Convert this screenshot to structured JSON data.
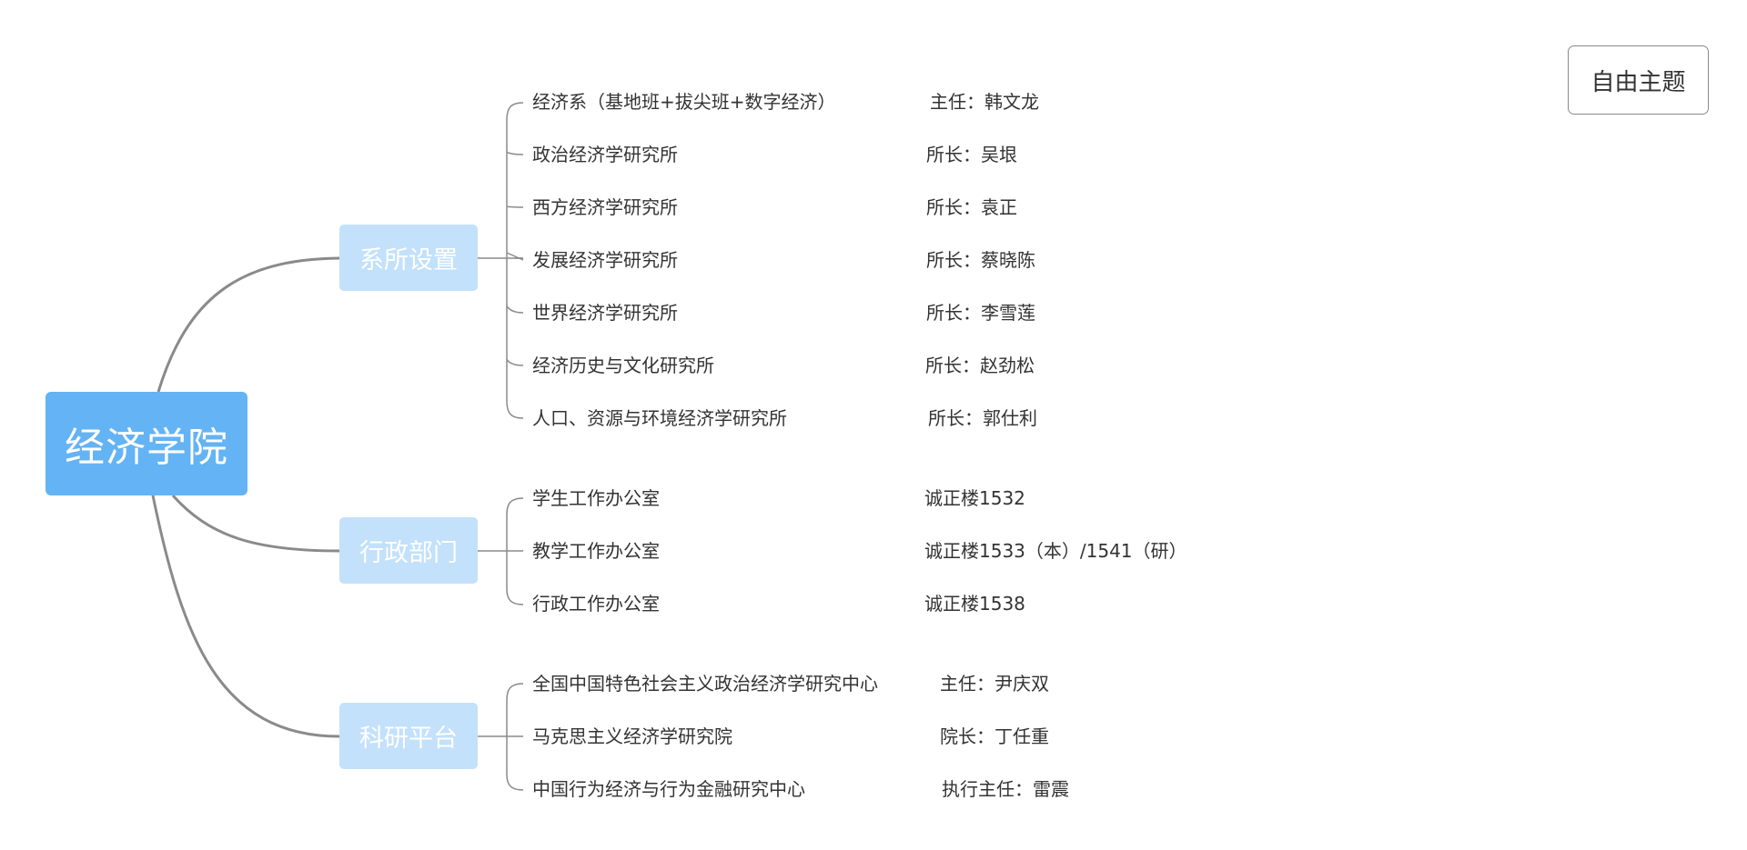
{
  "root": {
    "label": "经济学院"
  },
  "free_topic": {
    "label": "自由主题"
  },
  "branches": [
    {
      "label": "系所设置",
      "items": [
        {
          "name": "经济系（基地班+拔尖班+数字经济）",
          "detail": "主任：韩文龙"
        },
        {
          "name": "政治经济学研究所",
          "detail": "所长：吴垠"
        },
        {
          "name": "西方经济学研究所",
          "detail": "所长：袁正"
        },
        {
          "name": "发展经济学研究所",
          "detail": "所长：蔡晓陈"
        },
        {
          "name": "世界经济学研究所",
          "detail": "所长：李雪莲"
        },
        {
          "name": "经济历史与文化研究所",
          "detail": "所长：赵劲松"
        },
        {
          "name": "人口、资源与环境经济学研究所",
          "detail": "所长：郭仕利"
        }
      ]
    },
    {
      "label": "行政部门",
      "items": [
        {
          "name": "学生工作办公室",
          "detail": "诚正楼1532"
        },
        {
          "name": "教学工作办公室",
          "detail": "诚正楼1533（本）/1541（研）"
        },
        {
          "name": "行政工作办公室",
          "detail": "诚正楼1538"
        }
      ]
    },
    {
      "label": "科研平台",
      "items": [
        {
          "name": "全国中国特色社会主义政治经济学研究中心",
          "detail": "主任：尹庆双"
        },
        {
          "name": "马克思主义经济学研究院",
          "detail": "院长：丁任重"
        },
        {
          "name": "中国行为经济与行为金融研究中心",
          "detail": "执行主任：雷震"
        }
      ]
    }
  ]
}
